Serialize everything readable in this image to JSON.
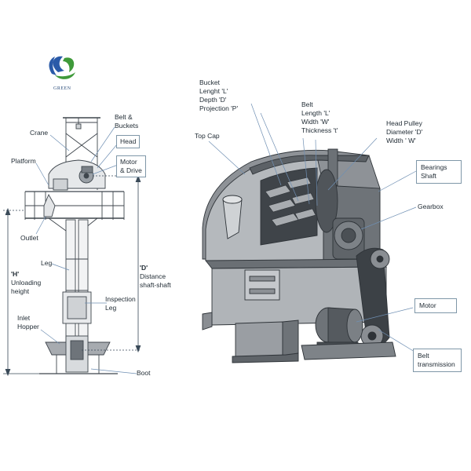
{
  "brand": {
    "name": "GREEN",
    "colors": {
      "blue": "#2a5aa8",
      "green": "#3f9a3a"
    }
  },
  "left_elevator": {
    "labels": {
      "crane": "Crane",
      "belt_buckets": "Belt &\nBuckets",
      "head": "Head",
      "platform": "Platform",
      "motor_drive": "Motor\n& Drive",
      "outlet": "Outlet",
      "leg": "Leg",
      "h_symbol": "'H'",
      "unloading_height": "Unloading\nheight",
      "d_symbol": "'D'",
      "distance_shaft": "Distance\nshaft-shaft",
      "inspection_leg": "Inspection\nLeg",
      "inlet_hopper": "Inlet\nHopper",
      "boot": "Boot"
    }
  },
  "right_head": {
    "labels": {
      "bucket": "Bucket\nLenght 'L'\nDepth 'D'\nProjection 'P'",
      "belt": "Belt\nLength 'L'\nWidth 'W'\nThickness 't'",
      "head_pulley": "Head Pulley\nDiameter 'D'\nWidth ' W'",
      "top_cap": "Top Cap",
      "bearings_shaft": "Bearings\nShaft",
      "gearbox": "Gearbox",
      "motor": "Motor",
      "belt_transmission": "Belt\ntransmission"
    }
  },
  "colors": {
    "leader": "#6f8fb3",
    "dim": "#3a4a58",
    "steel": "#8a8e93",
    "steel_dark": "#4a4e53",
    "steel_light": "#c4c7cb"
  }
}
